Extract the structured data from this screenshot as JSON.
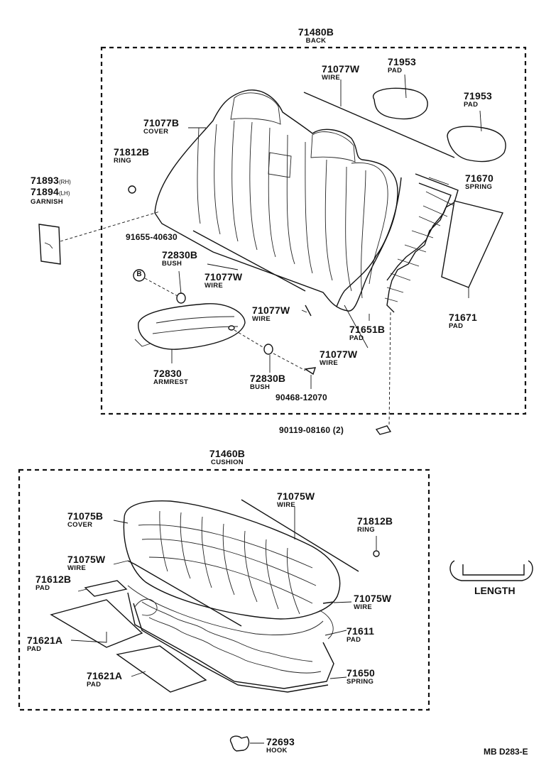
{
  "diagram_code": "MB D283-E",
  "groups": [
    {
      "id": "back",
      "part": "71480B",
      "name": "BACK"
    },
    {
      "id": "cushion",
      "part": "71460B",
      "name": "CUSHION"
    }
  ],
  "parts": {
    "wire_71077w_top": {
      "part": "71077W",
      "name": "WIRE"
    },
    "pad_71953_a": {
      "part": "71953",
      "name": "PAD"
    },
    "pad_71953_b": {
      "part": "71953",
      "name": "PAD"
    },
    "cover_71077b": {
      "part": "71077B",
      "name": "COVER"
    },
    "ring_71812b_back": {
      "part": "71812B",
      "name": "RING"
    },
    "garnish": {
      "part_rh": "71893",
      "tag_rh": "(RH)",
      "part_lh": "71894",
      "tag_lh": "(LH)",
      "name": "GARNISH"
    },
    "spring_71670": {
      "part": "71670",
      "name": "SPRING"
    },
    "bolt_91655": {
      "part": "91655-40630"
    },
    "bush_72830b_a": {
      "part": "72830B",
      "name": "BUSH"
    },
    "wire_71077w_left": {
      "part": "71077W",
      "name": "WIRE"
    },
    "wire_71077w_mid": {
      "part": "71077W",
      "name": "WIRE"
    },
    "pad_71671": {
      "part": "71671",
      "name": "PAD"
    },
    "pad_71651b": {
      "part": "71651B",
      "name": "PAD"
    },
    "wire_71077w_bottom": {
      "part": "71077W",
      "name": "WIRE"
    },
    "armrest_72830": {
      "part": "72830",
      "name": "ARMREST"
    },
    "bush_72830b_b": {
      "part": "72830B",
      "name": "BUSH"
    },
    "clip_90468": {
      "part": "90468-12070"
    },
    "bolt_90119": {
      "part": "90119-08160 (2)"
    },
    "wire_71075w_top": {
      "part": "71075W",
      "name": "WIRE"
    },
    "cover_71075b": {
      "part": "71075B",
      "name": "COVER"
    },
    "ring_71812b_cushion": {
      "part": "71812B",
      "name": "RING"
    },
    "wire_71075w_left": {
      "part": "71075W",
      "name": "WIRE"
    },
    "pad_71612b": {
      "part": "71612B",
      "name": "PAD"
    },
    "wire_71075w_right": {
      "part": "71075W",
      "name": "WIRE"
    },
    "pad_71621a_a": {
      "part": "71621A",
      "name": "PAD"
    },
    "pad_71611": {
      "part": "71611",
      "name": "PAD"
    },
    "pad_71621a_b": {
      "part": "71621A",
      "name": "PAD"
    },
    "spring_71650": {
      "part": "71650",
      "name": "SPRING"
    },
    "hook_72693": {
      "part": "72693",
      "name": "HOOK"
    }
  },
  "length_label": "LENGTH",
  "bolt_symbol": "B"
}
